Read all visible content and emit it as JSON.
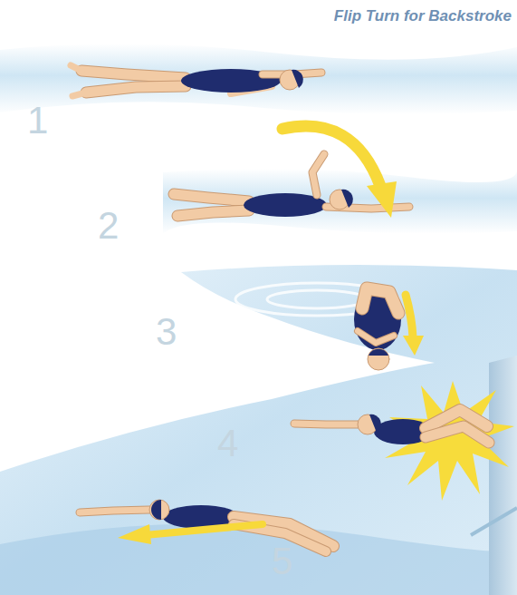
{
  "diagram": {
    "title": "Flip Turn for Backstroke",
    "labels": [
      "1",
      "2",
      "3",
      "4",
      "5"
    ]
  }
}
